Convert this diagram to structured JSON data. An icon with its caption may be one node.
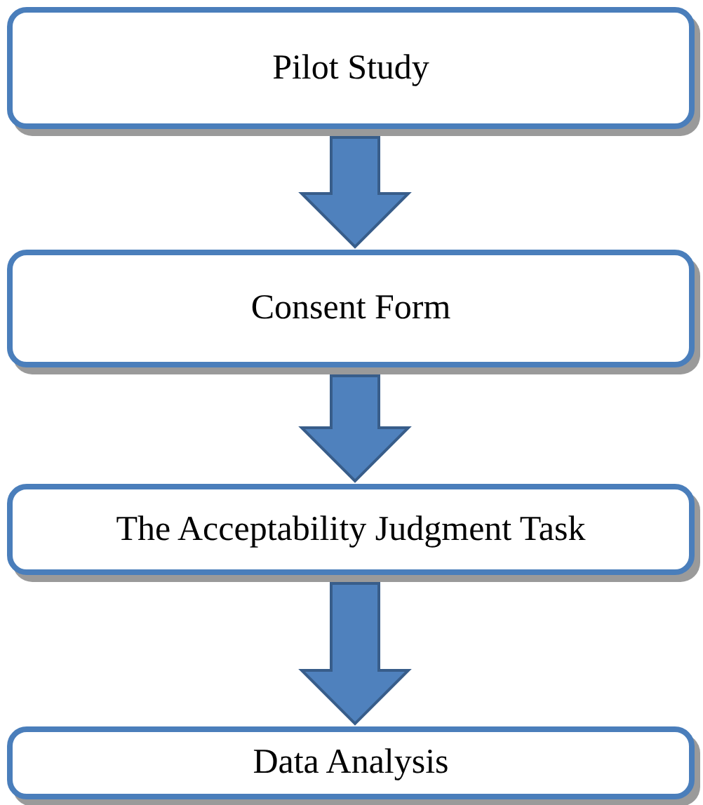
{
  "diagram": {
    "nodes": [
      {
        "text": [
          "Pilot Study"
        ]
      },
      {
        "text": [
          "Consent Form"
        ]
      },
      {
        "text": [
          "The Acceptability Judgment Task"
        ]
      },
      {
        "text": [
          "Data Analysis"
        ]
      }
    ],
    "edges": [
      {
        "from": 0,
        "to": 1,
        "arrow": "to"
      },
      {
        "from": 1,
        "to": 2,
        "arrow": "to"
      },
      {
        "from": 2,
        "to": 3,
        "arrow": "to"
      }
    ]
  }
}
